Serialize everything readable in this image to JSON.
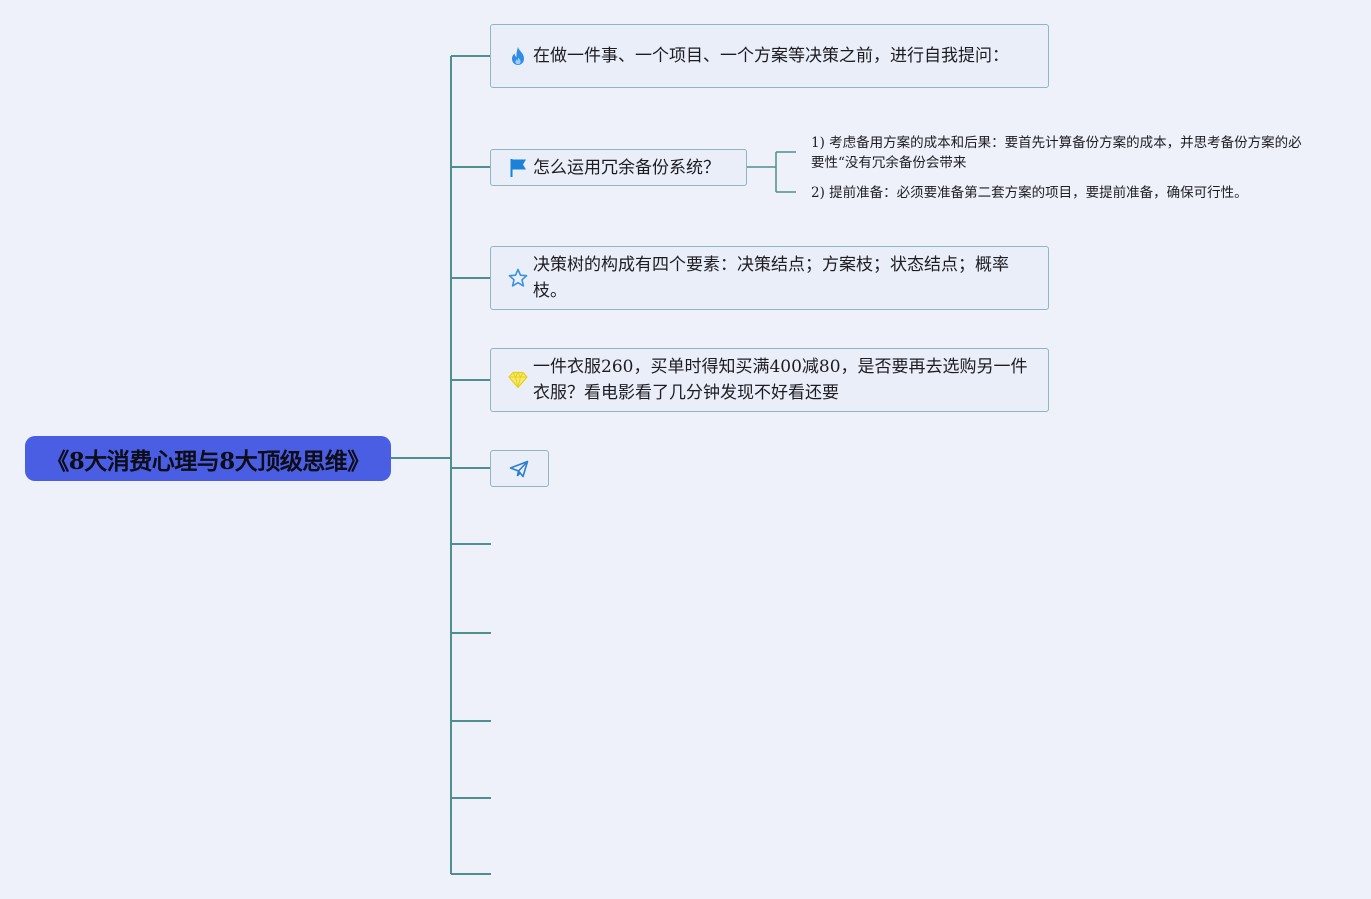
{
  "root": {
    "label": "《8大消费心理与8大顶级思维》"
  },
  "topics": [
    {
      "icon": "fire-icon",
      "text": "在做一件事、一个项目、一个方案等决策之前，进行自我提问："
    },
    {
      "icon": "flag-icon",
      "text": "怎么运用冗余备份系统？",
      "subtopics": [
        {
          "text": "1) 考虑备用方案的成本和后果：要首先计算备份方案的成本，并思考备份方案的必要性“没有冗余备份会带来"
        },
        {
          "text": "2) 提前准备：必须要准备第二套方案的项目，要提前准备，确保可行性。"
        }
      ]
    },
    {
      "icon": "star-icon",
      "text": "决策树的构成有四个要素：决策结点；方案枝；状态结点；概率枝。"
    },
    {
      "icon": "diamond-icon",
      "text": "一件衣服260，买单时得知买满400减80，是否要再去选购另一件衣服？看电影看了几分钟发现不好看还要"
    },
    {
      "icon": "paper-plane-icon",
      "text": ""
    }
  ],
  "colors": {
    "background": "#eef1fa",
    "root_fill": "#4a5ee3",
    "connector": "#4f8f8d",
    "node_border": "#8fb7bd",
    "fire_icon": "#2f8de4",
    "flag_icon": "#1a82d8",
    "star_icon": "#3b93e0",
    "diamond_icon": "#f2df3a",
    "plane_icon": "#2a7fcf"
  }
}
